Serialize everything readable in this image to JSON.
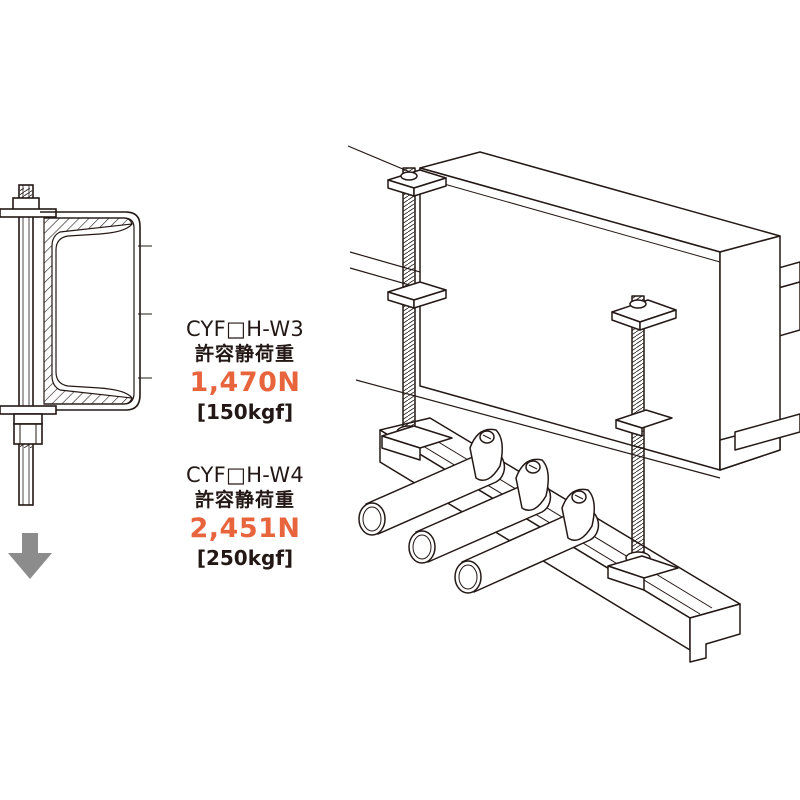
{
  "colors": {
    "line": "#231815",
    "accent": "#e8643c",
    "hatch": "#231815",
    "arrow": "#8c8c8c"
  },
  "specs": [
    {
      "model": "CYF□H-W3",
      "label": "許容静荷重",
      "newton": "1,470N",
      "kgf": "[150kgf]"
    },
    {
      "model": "CYF□H-W4",
      "label": "許容静荷重",
      "newton": "2,451N",
      "kgf": "[250kgf]"
    }
  ],
  "icons": {
    "load_arrow": "down-arrow-icon"
  }
}
